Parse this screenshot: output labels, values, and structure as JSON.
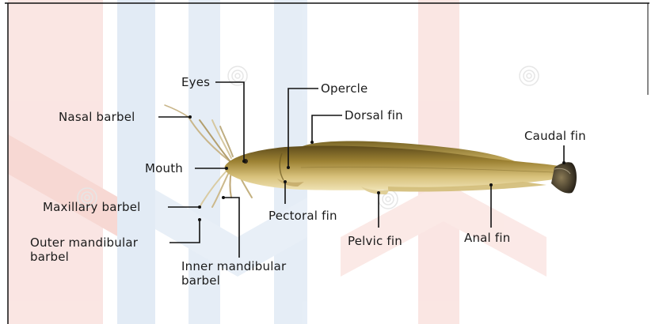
{
  "diagram": {
    "labels": {
      "eyes": "Eyes",
      "opercle": "Opercle",
      "nasal_barbel": "Nasal barbel",
      "dorsal_fin": "Dorsal fin",
      "caudal_fin": "Caudal fin",
      "mouth": "Mouth",
      "maxillary_barbel": "Maxillary barbel",
      "pectoral_fin": "Pectoral fin",
      "outer_mandibular_barbel": [
        "Outer mandibular",
        "barbel"
      ],
      "pelvic_fin": "Pelvic fin",
      "anal_fin": "Anal fin",
      "inner_mandibular_barbel": [
        "Inner mandibular",
        "barbel"
      ]
    },
    "colors": {
      "background": "#ffffff",
      "leader_line": "#111111",
      "label_text": "#1a1a1a",
      "fish_back": "#6e5b22",
      "fish_belly": "#e6d49a",
      "fish_mid": "#b7993f",
      "watermark_red": "#f6d3cf",
      "watermark_blue": "#d6e3f1",
      "frame": "#111111"
    },
    "icons": {
      "watermark": "watermark-swirl-icon"
    }
  }
}
